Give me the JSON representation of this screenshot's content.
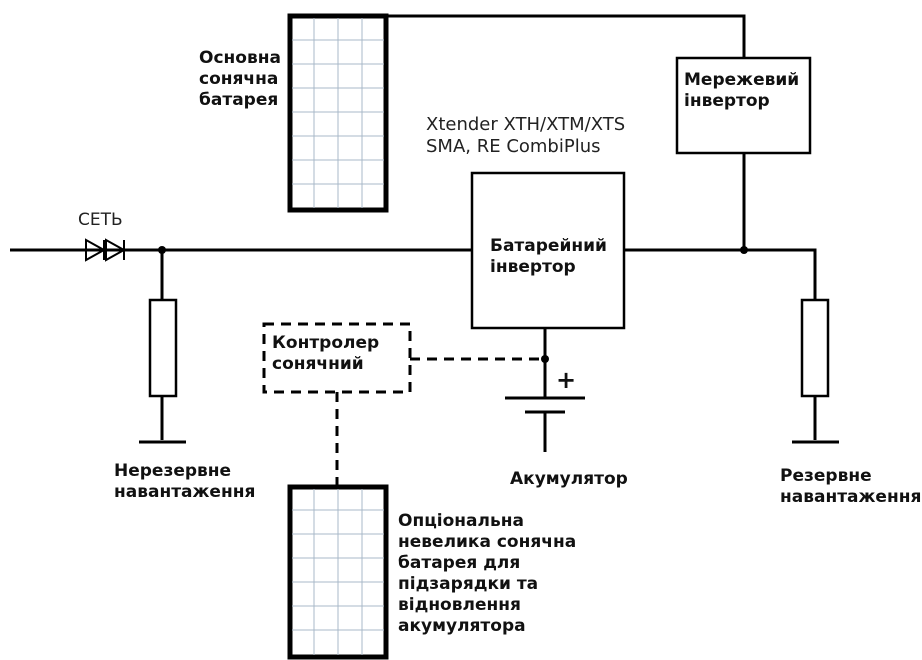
{
  "labels": {
    "main_panel": "Основна\nсонячна\nбатарея",
    "grid_inverter": "Мережевий\nінвертор",
    "inverter_models": "Xtender XTH/XTM/XTS\nSMA, RE CombiPlus",
    "battery_inverter": "Батарейний\nінвертор",
    "grid": "СЕТЬ",
    "charge_controller": "Контролер\nсонячний",
    "battery": "Акумулятор",
    "nonbackup_load": "Нерезервне\nнавантаження",
    "backup_load": "Резервне\nнавантаження",
    "optional_panel": "Опціональна\nневелика сонячна\nбатарея для\nпідзарядки та\nвідновлення\nакумулятора"
  },
  "symbols": {
    "battery_polarity": "+"
  }
}
